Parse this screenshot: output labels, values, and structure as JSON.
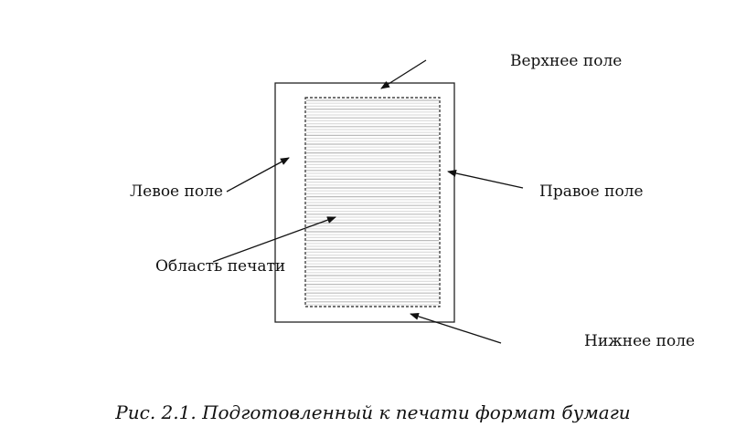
{
  "labels": {
    "top_margin": "Верхнее поле",
    "left_margin": "Левое поле",
    "right_margin": "Правое поле",
    "print_area": "Область печати",
    "bottom_margin": "Нижнее поле"
  },
  "caption": "Рис. 2.1. Подготовленный к печати формат бумаги"
}
